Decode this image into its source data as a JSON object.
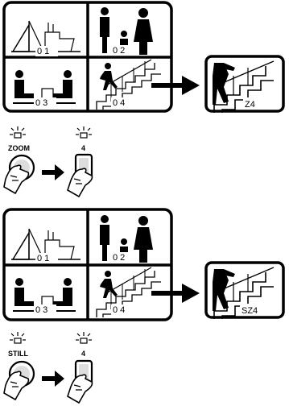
{
  "zoom_section": {
    "quad_labels": [
      "0 1",
      "0 2",
      "0 3",
      "0 4"
    ],
    "result_label": "Z4",
    "mode_button_label": "ZOOM",
    "channel_button_label": "4"
  },
  "still_section": {
    "quad_labels": [
      "0 1",
      "0 2",
      "0 3",
      "0 4"
    ],
    "result_label": "SZ4",
    "mode_button_label": "STILL",
    "channel_button_label": "4"
  },
  "colors": {
    "ink": "#000000",
    "paper": "#ffffff",
    "highlight": "#dddddd"
  }
}
